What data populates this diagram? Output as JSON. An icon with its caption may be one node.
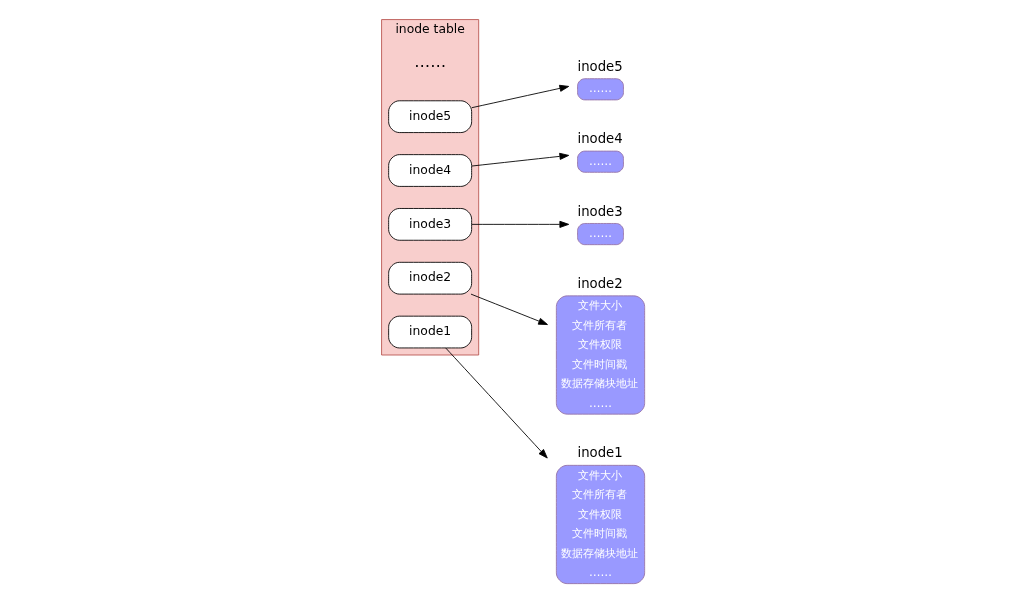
{
  "diagram": {
    "nodes": [
      {
        "text": [
          "inode table"
        ]
      },
      {
        "text": [
          "inode1"
        ],
        "in": 0
      },
      {
        "text": [
          "inode2"
        ],
        "in": 0
      },
      {
        "text": [
          "inode3"
        ],
        "in": 0
      },
      {
        "text": [
          "inode4"
        ],
        "in": 0
      },
      {
        "text": [
          "inode5"
        ],
        "in": 0
      },
      {
        "text": [
          "inode1",
          "文件大小",
          "文件所有者",
          "文件权限",
          "文件时间戳",
          "数据存储块地址",
          "……"
        ]
      },
      {
        "text": [
          "inode2",
          "文件大小",
          "文件所有者",
          "文件权限",
          "文件时间戳",
          "数据存储块地址",
          "……"
        ]
      },
      {
        "text": [
          "inode3",
          "……"
        ]
      },
      {
        "text": [
          "inode4",
          "……"
        ]
      },
      {
        "text": [
          "inode5",
          "……"
        ]
      }
    ],
    "edges": [
      {
        "from": 1,
        "to": 6,
        "arrow": "to"
      },
      {
        "from": 2,
        "to": 7,
        "arrow": "to"
      },
      {
        "from": 3,
        "to": 8,
        "arrow": "to"
      },
      {
        "from": 4,
        "to": 9,
        "arrow": "to"
      },
      {
        "from": 5,
        "to": 10,
        "arrow": "to"
      }
    ],
    "labels": [
      "……"
    ]
  }
}
